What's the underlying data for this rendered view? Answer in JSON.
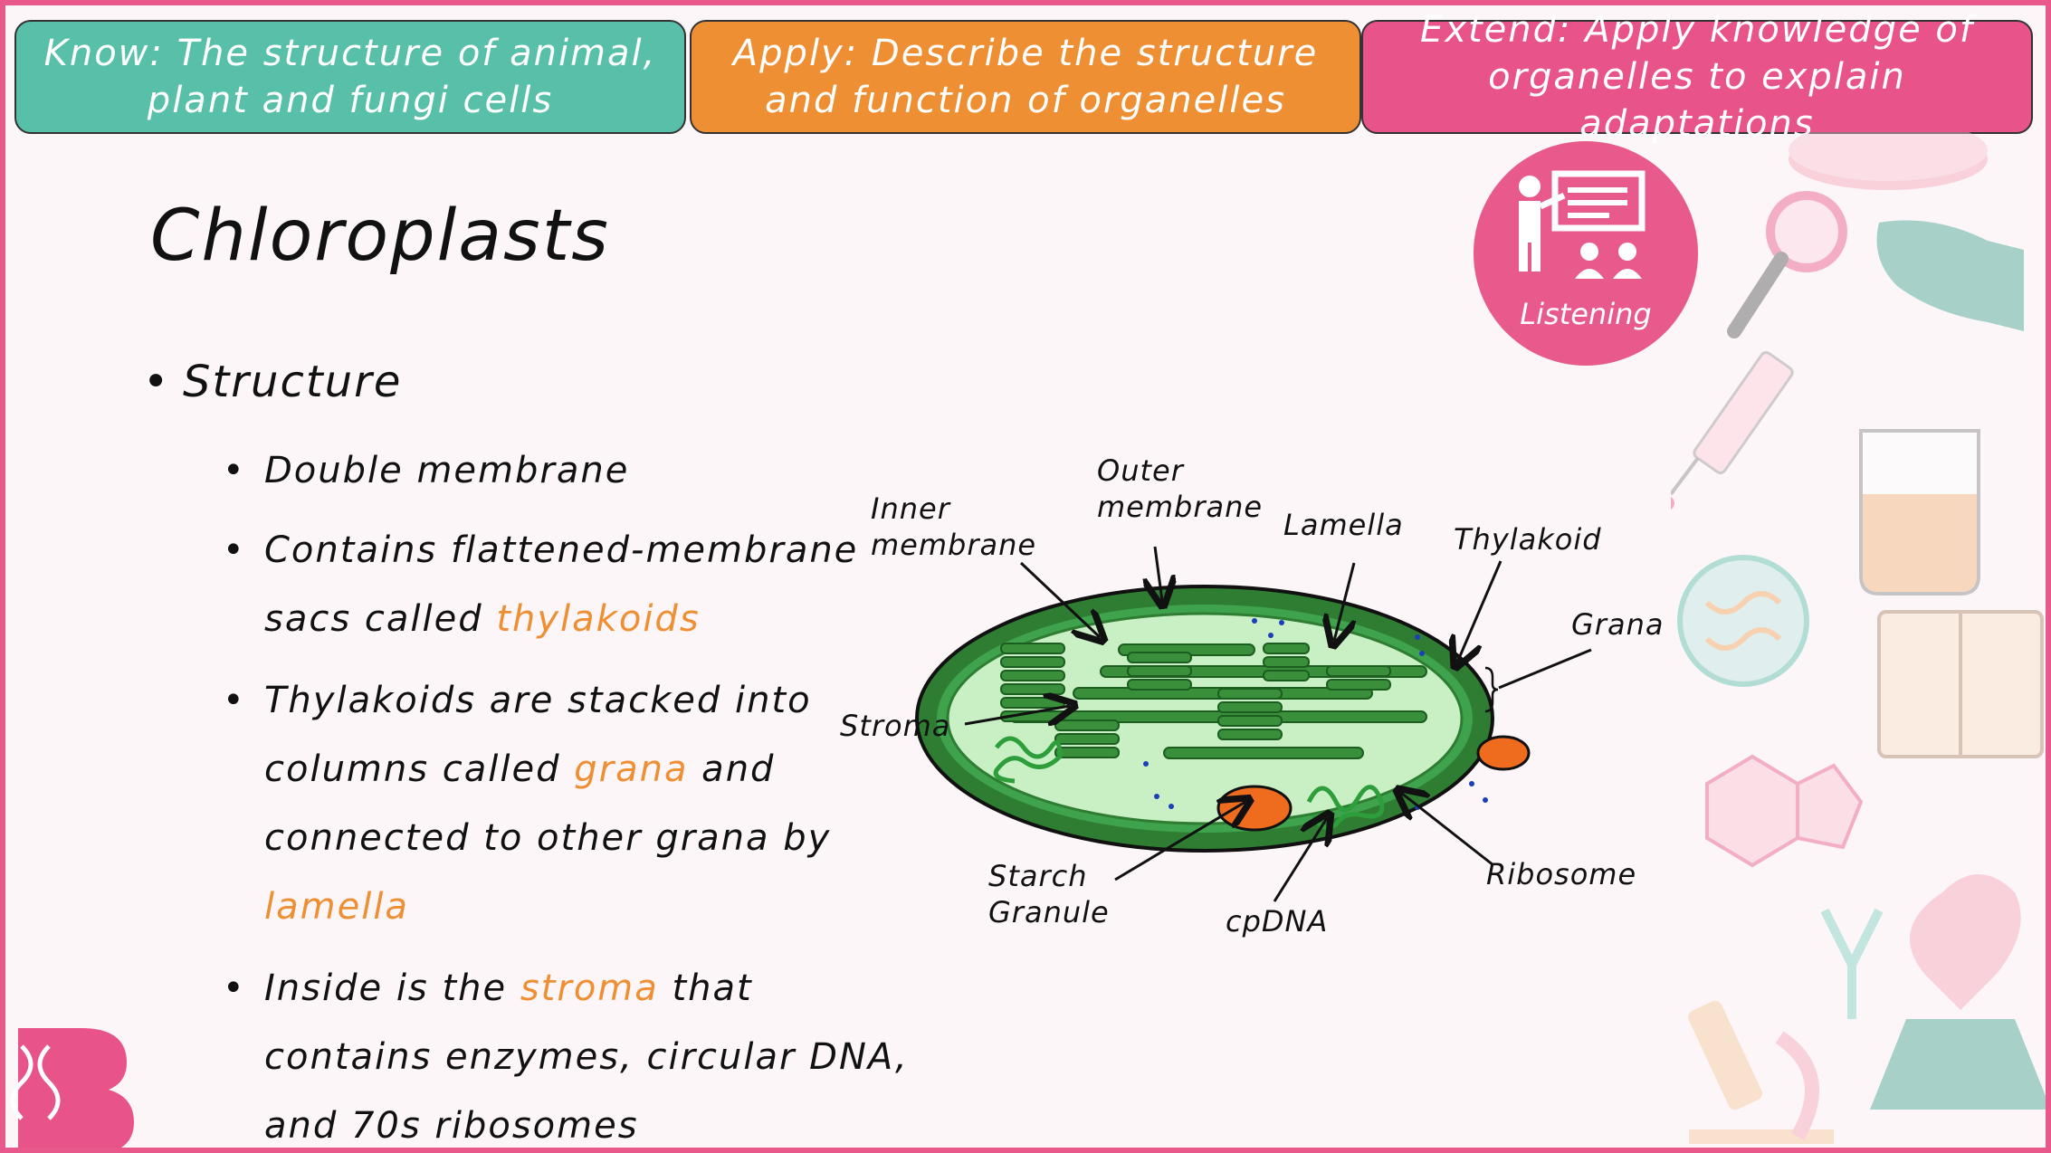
{
  "objectives": {
    "know": "Know: The structure of animal,\nplant and fungi cells",
    "apply": "Apply: Describe the structure\nand function of organelles",
    "extend": "Extend: Apply knowledge of\norganelles to explain adaptations"
  },
  "title": "Chloroplasts",
  "badge": {
    "label": "Listening"
  },
  "content": {
    "heading": "Structure",
    "b1": "Double membrane",
    "b2_l1": "Contains flattened-membrane",
    "b2_l2a": "sacs called ",
    "b2_l2b": "thylakoids",
    "b3_l1": "Thylakoids are stacked into",
    "b3_l2a": "columns called ",
    "b3_l2b": "grana",
    "b3_l2c": " and",
    "b3_l3": "connected to other grana by",
    "b3_l4": "lamella",
    "b4_l1a": "Inside is the ",
    "b4_l1b": "stroma",
    "b4_l1c": " that",
    "b4_l2": "contains enzymes, circular DNA,",
    "b4_l3": "and 70s ribosomes"
  },
  "diagram_labels": {
    "inner": "Inner\nmembrane",
    "outer": "Outer\nmembrane",
    "lamella": "Lamella",
    "thylakoid": "Thylakoid",
    "grana": "Grana",
    "stroma": "Stroma",
    "starch": "Starch\nGranule",
    "cpdna": "cpDNA",
    "ribosome": "Ribosome"
  },
  "colors": {
    "know": "#58bfa9",
    "apply": "#ef8f34",
    "extend": "#e8538a",
    "highlight": "#ef8f34",
    "border": "#e8588a"
  }
}
